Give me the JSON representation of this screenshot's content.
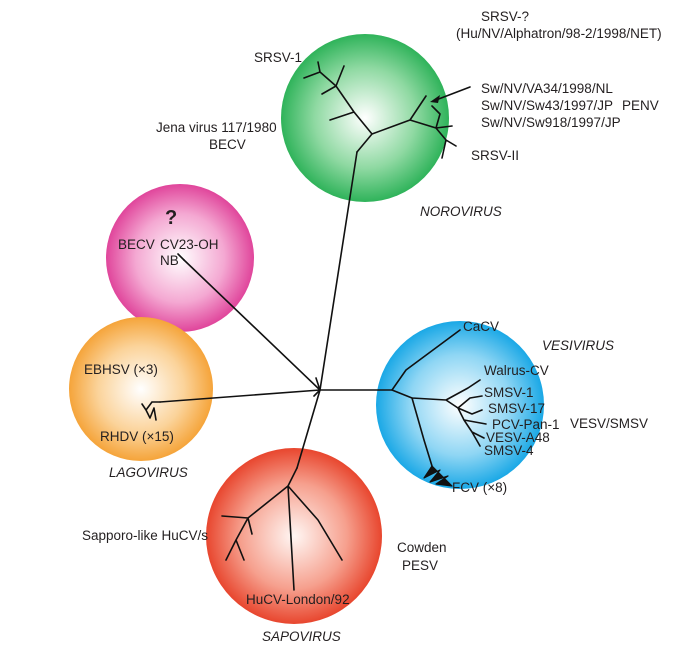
{
  "colors": {
    "norovirus": "#2fb35a",
    "sapovirus": "#e8462e",
    "vesivirus": "#1aa8e6",
    "lagovirus": "#f5a43a",
    "becv_group": "#e0459b",
    "branch": "#111111",
    "text": "#231f20"
  },
  "labels": {
    "srsv_1": "SRSV-1",
    "srsv_q_line1": "SRSV-?",
    "srsv_q_line2": "(Hu/NV/Alphatron/98-2/1998/NET)",
    "sw_1": "Sw/NV/VA34/1998/NL",
    "sw_2": "Sw/NV/Sw43/1997/JP",
    "sw_3": "Sw/NV/Sw918/1997/JP",
    "penv": "PENV",
    "jena_line1": "Jena virus 117/1980",
    "jena_line2": "BECV",
    "srsv_ii": "SRSV-II",
    "norovirus": "NOROVIRUS",
    "question_mark": "?",
    "becv": "BECV",
    "cv23": "CV23-OH",
    "nb": "NB",
    "ebhsv": "EBHSV (×3)",
    "rhdv": "RHDV (×15)",
    "lagovirus": "LAGOVIRUS",
    "cacv": "CaCV",
    "vesivirus": "VESIVIRUS",
    "walrus": "Walrus-CV",
    "smsv_1": "SMSV-1",
    "smsv_17": "SMSV-17",
    "pcv": "PCV-Pan-1",
    "vesv_a48": "VESV-A48",
    "smsv_4": "SMSV-4",
    "vesv_smsv": "VESV/SMSV",
    "fcv": "FCV (×8)",
    "sapporo": "Sapporo-like HuCV/s",
    "cowden": "Cowden",
    "pesv": "PESV",
    "hucv_london": "HuCV-London/92",
    "sapovirus": "SAPOVIRUS"
  }
}
